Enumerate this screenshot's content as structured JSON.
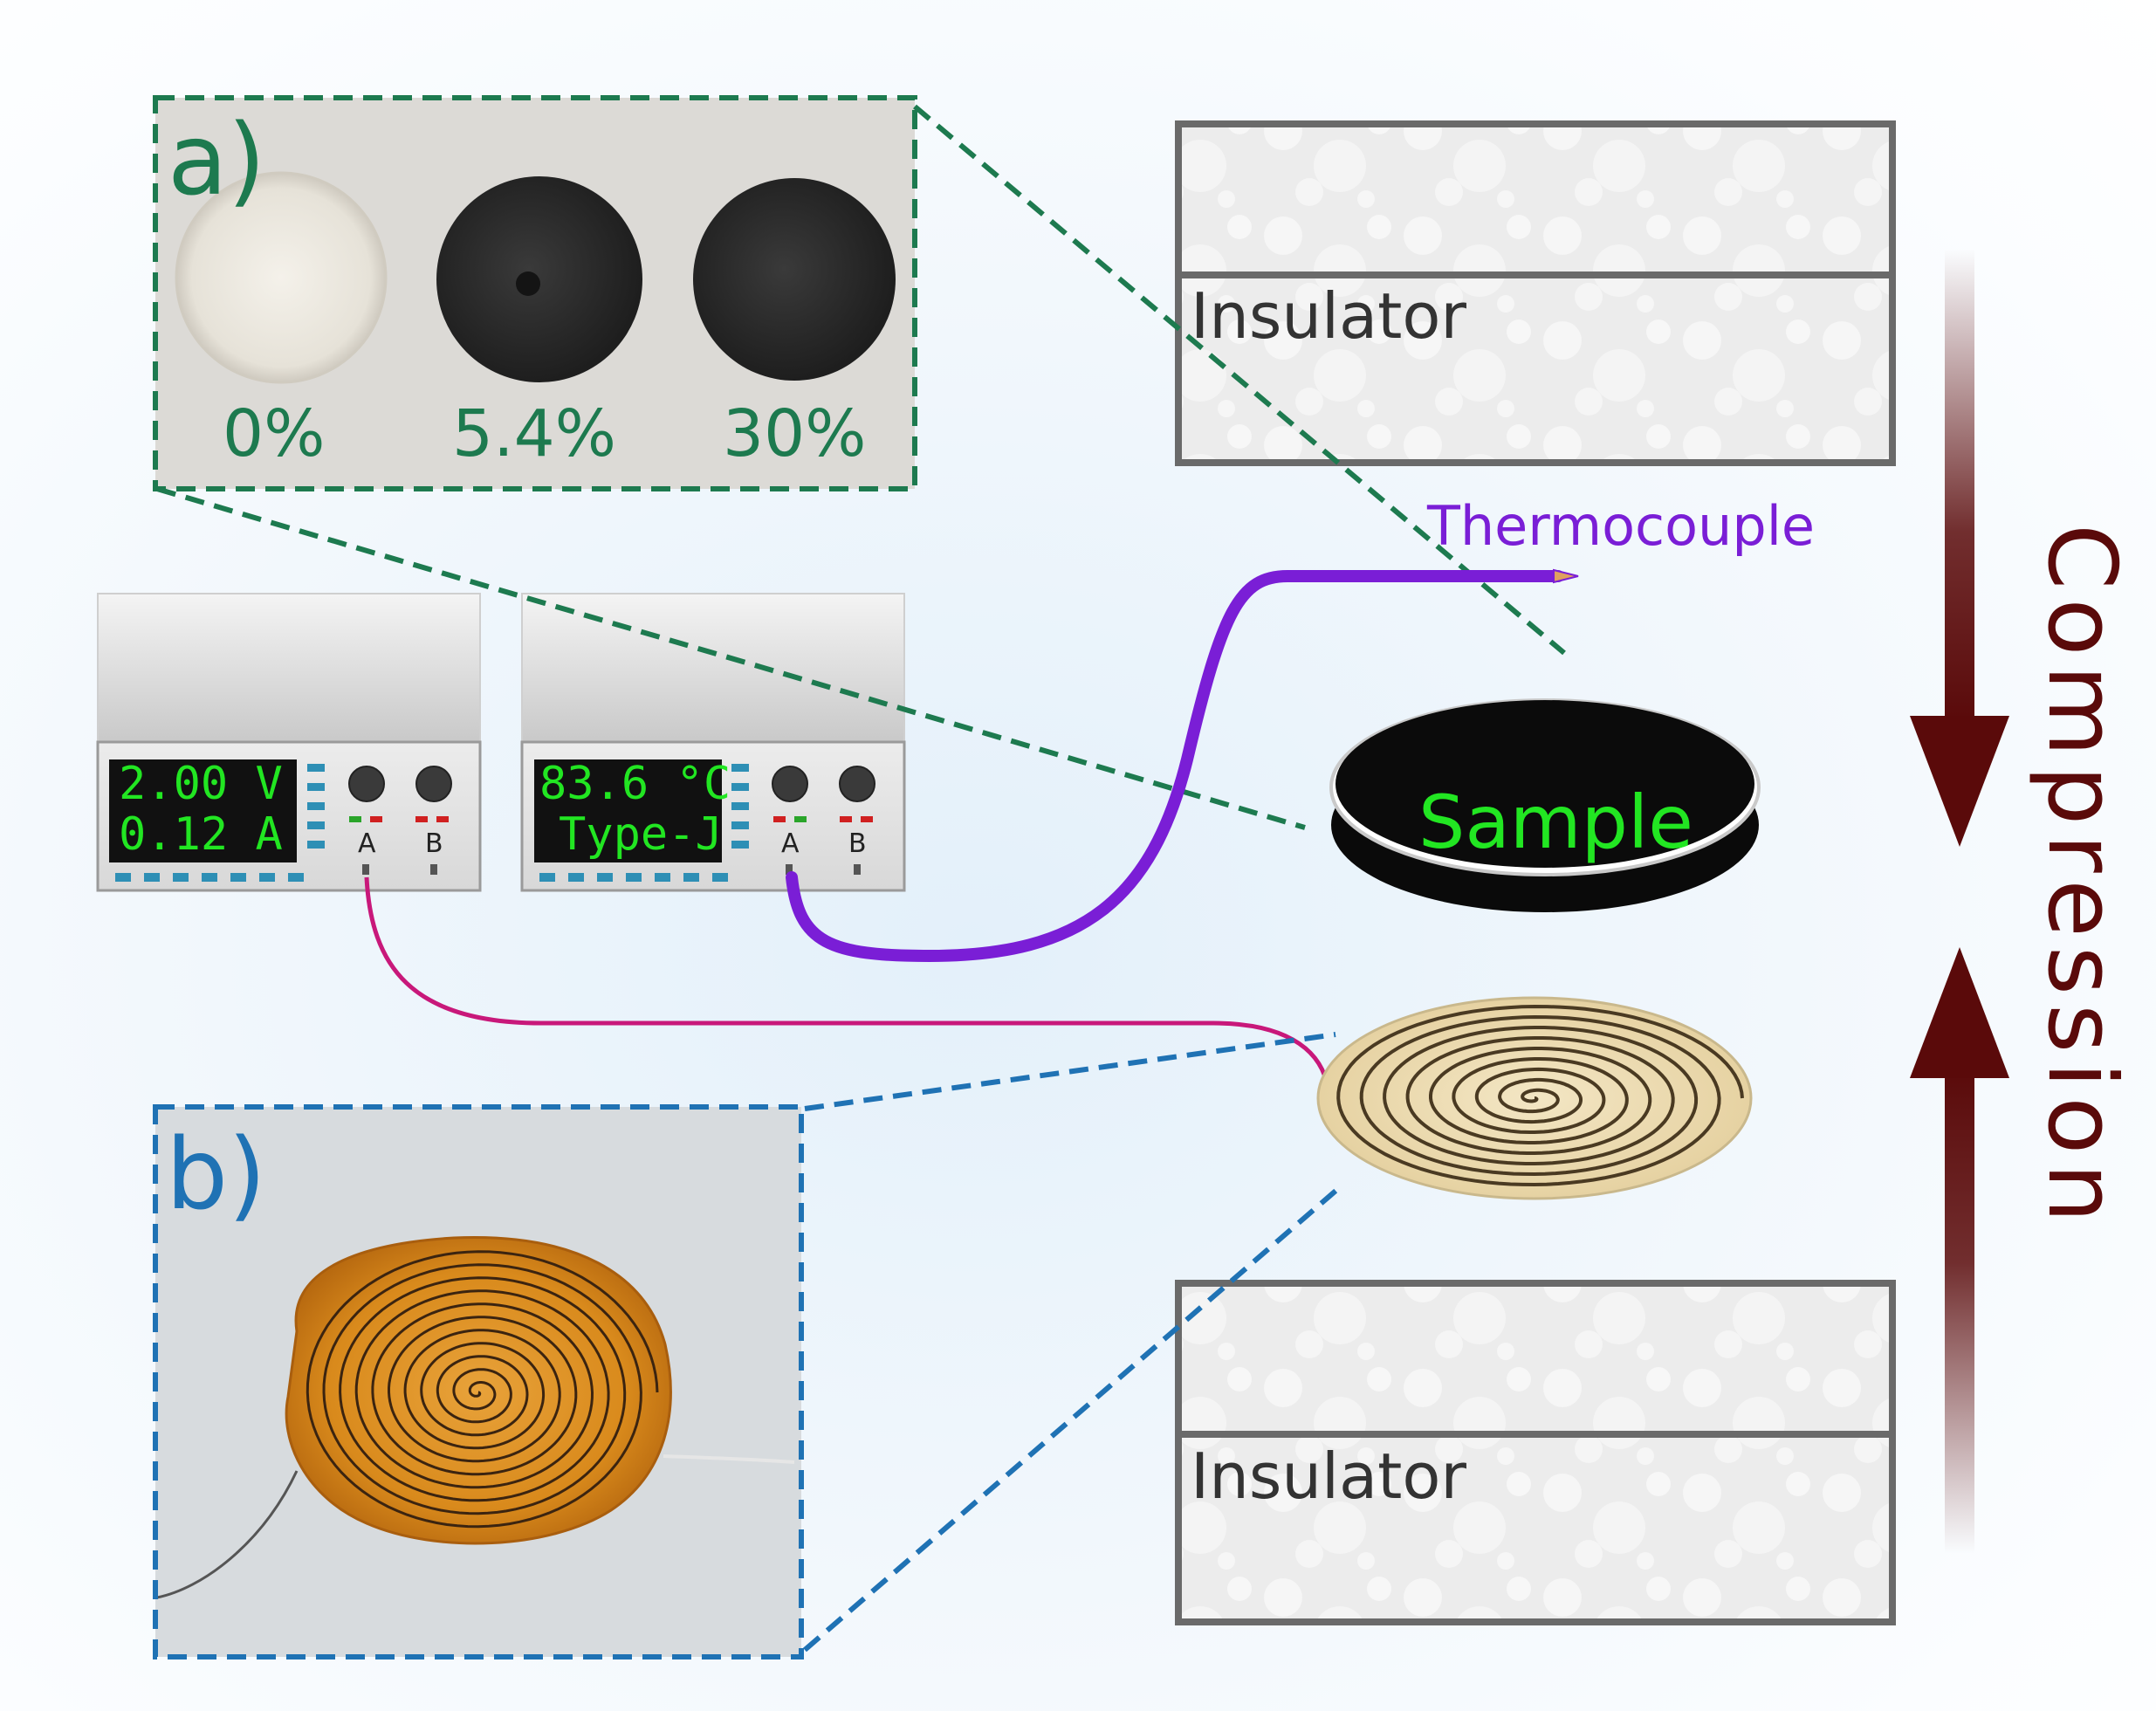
{
  "panels": [
    {
      "letter": "a)",
      "color": "#1d7a4f",
      "samples": [
        "0%",
        "5.4%",
        "30%"
      ]
    },
    {
      "letter": "b)",
      "color": "#1f72b4"
    }
  ],
  "insulators": [
    {
      "label": "Insulator"
    },
    {
      "label": "Insulator"
    }
  ],
  "instruments": [
    {
      "line1": "2.00 V",
      "line2": "0.12 A",
      "knob_a": "A",
      "knob_b": "B"
    },
    {
      "line1": "83.6 °C",
      "line2": "Type-J",
      "knob_a": "A",
      "knob_b": "B"
    }
  ],
  "labels": {
    "thermocouple": "Thermocouple",
    "sample": "Sample",
    "compression": "Compression"
  },
  "colors": {
    "panel_a": "#1d7a4f",
    "panel_b": "#1f72b4",
    "thermocouple_wire": "#7a1ed6",
    "heater_wire": "#c8187a",
    "arrow": "#5a0a0a",
    "lcd_text": "#22e622",
    "sample_text": "#22e622"
  }
}
